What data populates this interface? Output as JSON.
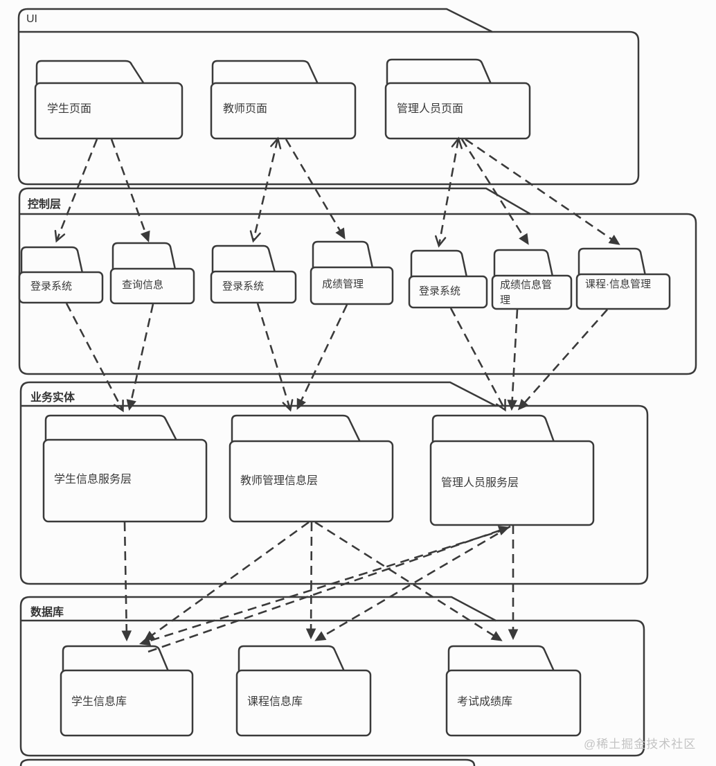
{
  "diagram": {
    "layers": [
      {
        "id": "ui",
        "title": "UI",
        "packages": [
          {
            "label": "学生页面"
          },
          {
            "label": "教师页面"
          },
          {
            "label": "管理人员页面"
          }
        ]
      },
      {
        "id": "control",
        "title": "控制层",
        "packages": [
          {
            "label": "登录系统"
          },
          {
            "label": "查询信息"
          },
          {
            "label": "登录系统"
          },
          {
            "label": "成绩管理"
          },
          {
            "label": "登录系统"
          },
          {
            "label": "成绩信息管理"
          },
          {
            "label": "课程·信息管理"
          }
        ]
      },
      {
        "id": "business",
        "title": "业务实体",
        "packages": [
          {
            "label": "学生信息服务层"
          },
          {
            "label": "教师管理信息层"
          },
          {
            "label": "管理人员服务层"
          }
        ]
      },
      {
        "id": "database",
        "title": "数据库",
        "packages": [
          {
            "label": "学生信息库"
          },
          {
            "label": "课程信息库"
          },
          {
            "label": "考试成绩库"
          }
        ]
      }
    ],
    "connections": [
      {
        "from": "学生页面",
        "to": "登录系统(学生)",
        "head": "open"
      },
      {
        "from": "学生页面",
        "to": "查询信息",
        "head": "filled"
      },
      {
        "from": "教师页面",
        "to": "登录系统(教师)",
        "head": "open-both"
      },
      {
        "from": "教师页面",
        "to": "成绩管理",
        "head": "filled"
      },
      {
        "from": "管理人员页面",
        "to": "登录系统(管理)",
        "head": "open-both"
      },
      {
        "from": "管理人员页面",
        "to": "成绩信息管理",
        "head": "filled"
      },
      {
        "from": "管理人员页面",
        "to": "课程·信息管理",
        "head": "filled"
      },
      {
        "from": "登录系统(学生)",
        "to": "学生信息服务层",
        "head": "open"
      },
      {
        "from": "查询信息",
        "to": "学生信息服务层",
        "head": "filled"
      },
      {
        "from": "登录系统(教师)",
        "to": "教师管理信息层",
        "head": "open"
      },
      {
        "from": "成绩管理",
        "to": "教师管理信息层",
        "head": "filled"
      },
      {
        "from": "登录系统(管理)",
        "to": "管理人员服务层",
        "head": "open"
      },
      {
        "from": "成绩信息管理",
        "to": "管理人员服务层",
        "head": "filled"
      },
      {
        "from": "课程·信息管理",
        "to": "管理人员服务层",
        "head": "filled"
      },
      {
        "from": "学生信息服务层",
        "to": "学生信息库",
        "head": "filled"
      },
      {
        "from": "教师管理信息层",
        "to": "学生信息库",
        "head": "filled"
      },
      {
        "from": "教师管理信息层",
        "to": "课程信息库",
        "head": "filled"
      },
      {
        "from": "教师管理信息层",
        "to": "考试成绩库",
        "head": "filled"
      },
      {
        "from": "管理人员服务层",
        "to": "学生信息库",
        "head": "filled"
      },
      {
        "from": "学生信息库",
        "to": "管理人员服务层",
        "head": "filled"
      },
      {
        "from": "管理人员服务层",
        "to": "课程信息库",
        "head": "filled"
      },
      {
        "from": "管理人员服务层",
        "to": "考试成绩库",
        "head": "filled"
      }
    ],
    "watermark": "@稀土掘金技术社区",
    "colors": {
      "stroke": "#3a3a3a",
      "background": "#fcfcfc",
      "text": "#333333",
      "watermark": "#c3c3c3"
    }
  }
}
